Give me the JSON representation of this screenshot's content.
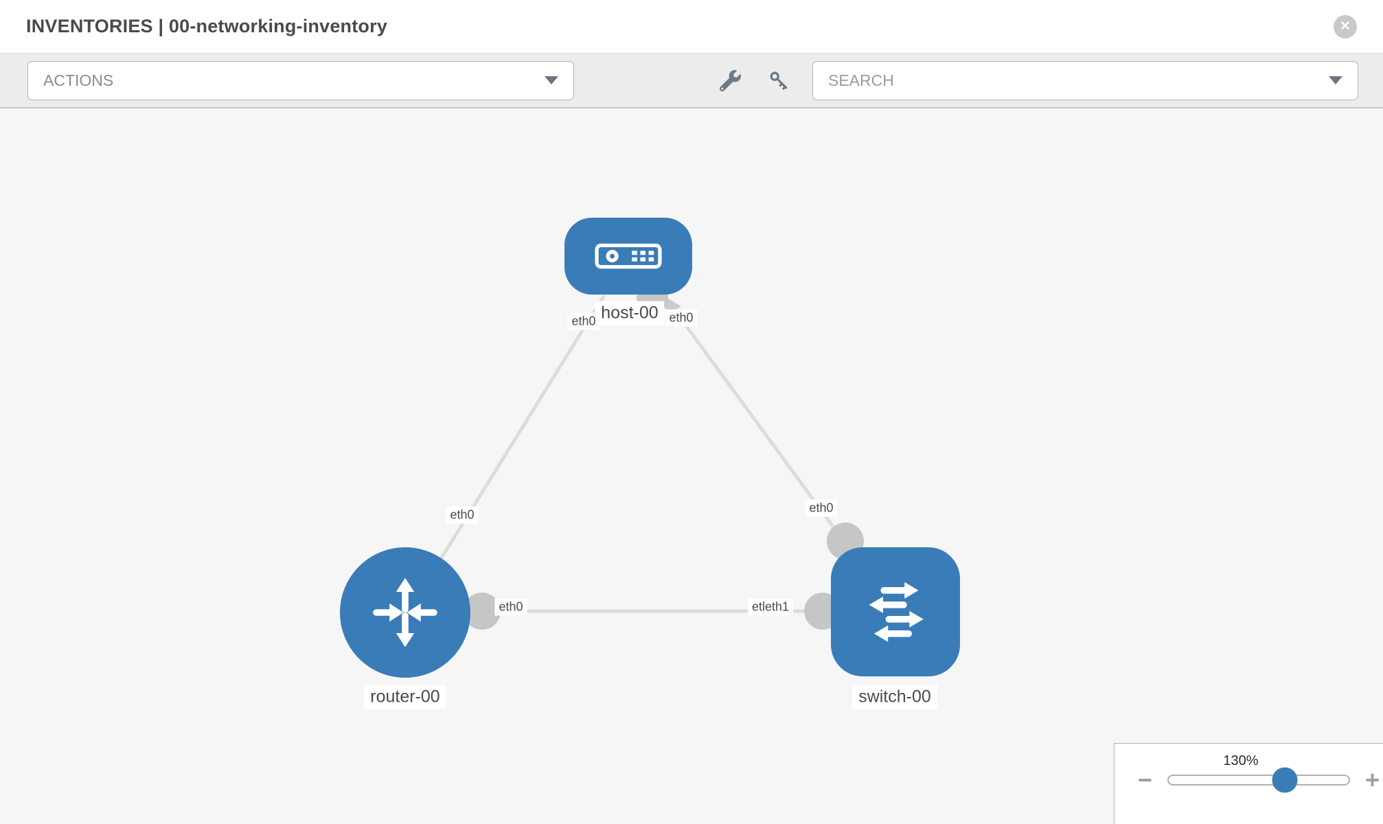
{
  "header": {
    "title": "INVENTORIES | 00-networking-inventory"
  },
  "toolbar": {
    "actions_placeholder": "ACTIONS",
    "search_placeholder": "SEARCH"
  },
  "icons": {
    "close_glyph": "✕",
    "minus_glyph": "−",
    "plus_glyph": "+"
  },
  "colors": {
    "node_blue": "#3a7cb8",
    "edge_gray": "#dcdcdc",
    "dot_gray": "#c6c6c6",
    "canvas_bg": "#f6f6f6",
    "toolbar_bg": "#ececec"
  },
  "topology": {
    "nodes": [
      {
        "id": "host-00",
        "label": "host-00",
        "type": "host"
      },
      {
        "id": "router-00",
        "label": "router-00",
        "type": "router"
      },
      {
        "id": "switch-00",
        "label": "switch-00",
        "type": "switch"
      }
    ],
    "links": [
      {
        "from": "host-00",
        "to": "router-00"
      },
      {
        "from": "host-00",
        "to": "switch-00"
      },
      {
        "from": "router-00",
        "to": "switch-00"
      }
    ],
    "interface_labels": [
      {
        "text": "eth0",
        "near": "host-00-left"
      },
      {
        "text": "eth0",
        "near": "host-00-right"
      },
      {
        "text": "eth0",
        "near": "router-00-top"
      },
      {
        "text": "eth0",
        "near": "switch-00-top"
      },
      {
        "text": "eth0",
        "near": "router-00-right"
      },
      {
        "text": "etleth1",
        "near": "switch-00-left"
      }
    ]
  },
  "zoom_control": {
    "value": "130%",
    "thumb_percent": 64.5
  }
}
